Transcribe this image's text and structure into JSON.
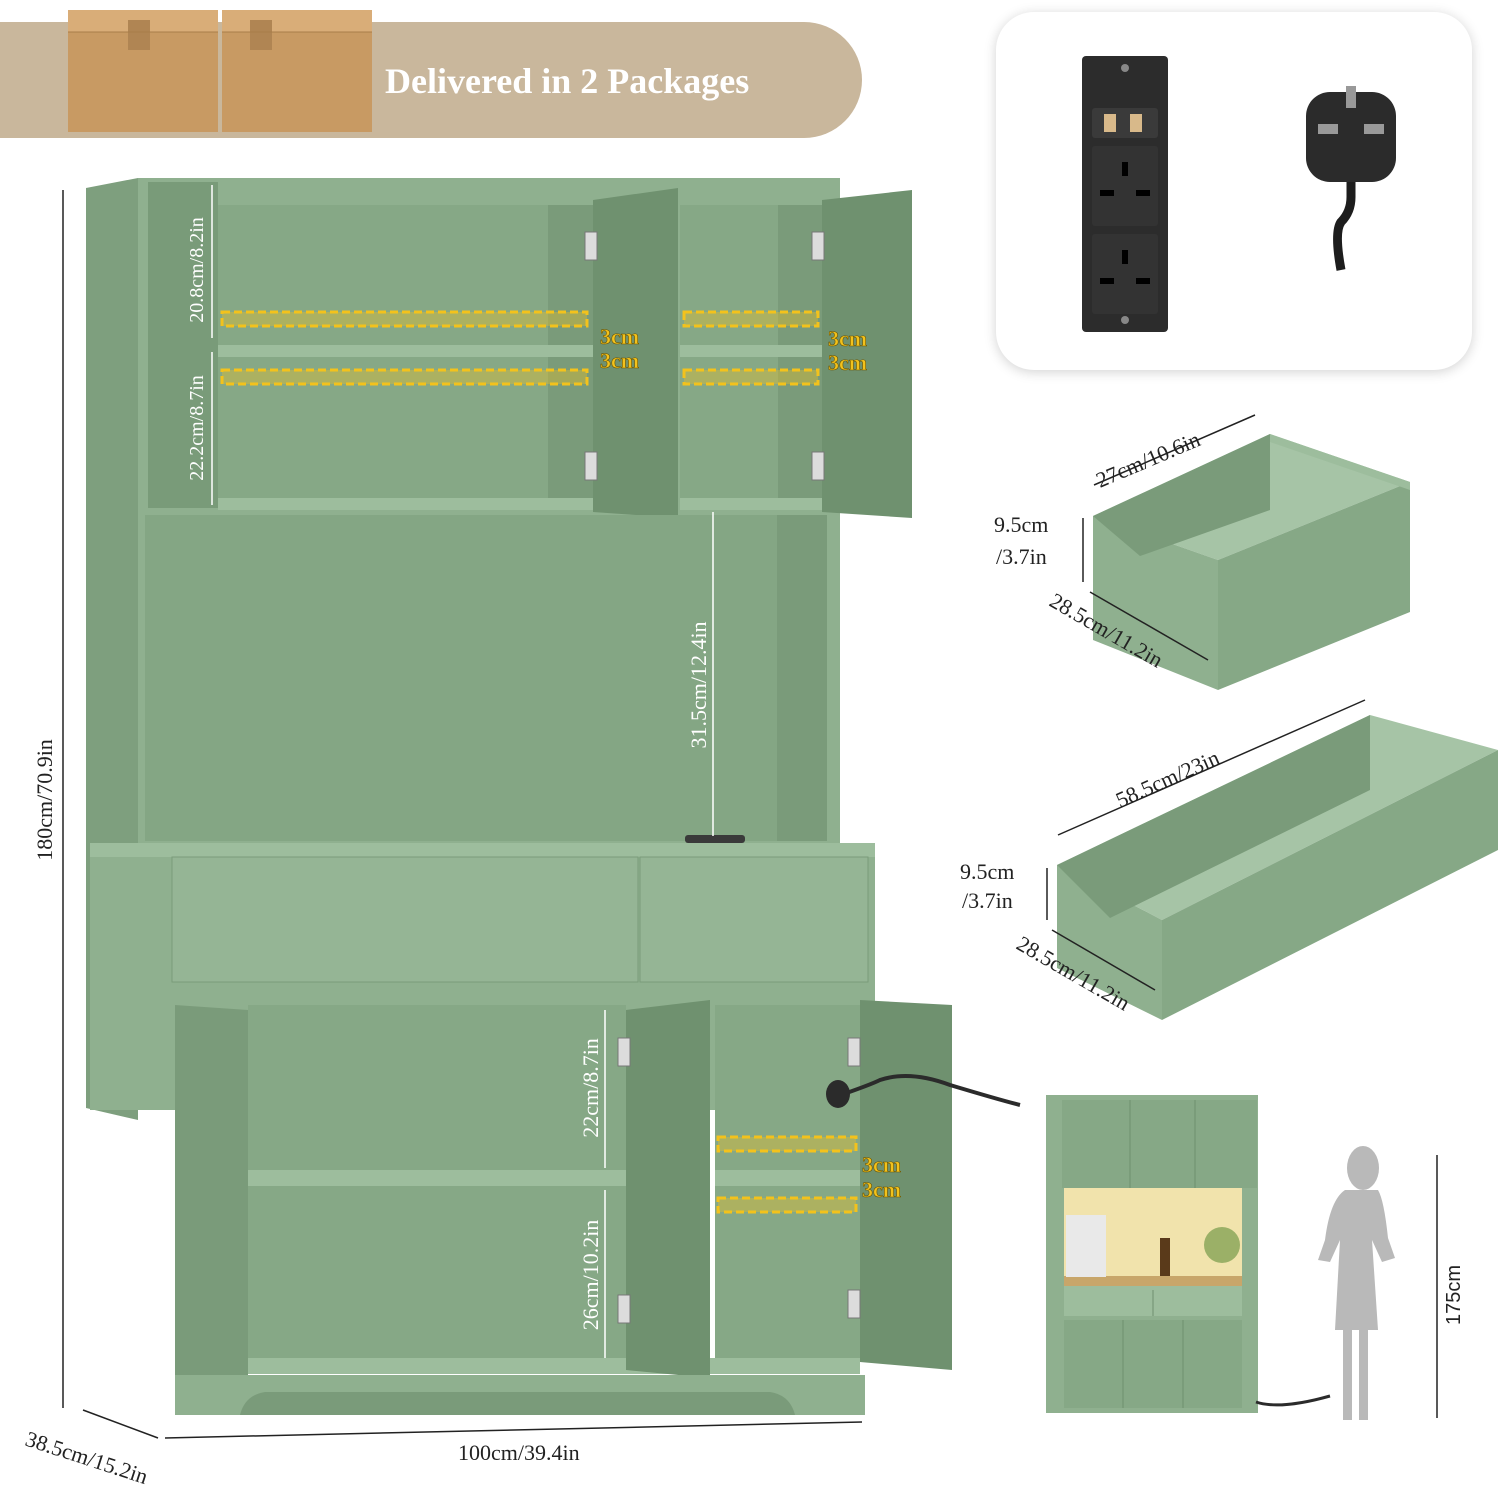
{
  "banner": {
    "text": "Delivered in 2 Packages"
  },
  "colors": {
    "cabinet": "#8fb08f",
    "cabinet_dark": "#6f8f6e",
    "cabinet_shadow": "#5d7a5c",
    "banner": "#c9b79c",
    "box": "#c89a63",
    "highlight": "#f3c21c"
  },
  "icons": [
    "cardboard-box-icon",
    "power-strip-icon",
    "uk-plug-icon",
    "person-silhouette-icon"
  ],
  "dimensions": {
    "height_total": "180cm/70.9in",
    "depth": "38.5cm/15.2in",
    "width": "100cm/39.4in",
    "upper_top_shelf": "20.8cm/8.2in",
    "upper_bottom_shelf": "22.2cm/8.7in",
    "open_space": "31.5cm/12.4in",
    "lower_top_shelf": "22cm/8.7in",
    "lower_bottom_shelf": "26cm/10.2in",
    "adjust": "3cm"
  },
  "small_drawer": {
    "width": "27cm/10.6in",
    "height_cm": "9.5cm",
    "height_in": "/3.7in",
    "depth": "28.5cm/11.2in"
  },
  "large_drawer": {
    "width": "58.5cm/23in",
    "height_cm": "9.5cm",
    "height_in": "/3.7in",
    "depth": "28.5cm/11.2in"
  },
  "person_height": "175cm"
}
